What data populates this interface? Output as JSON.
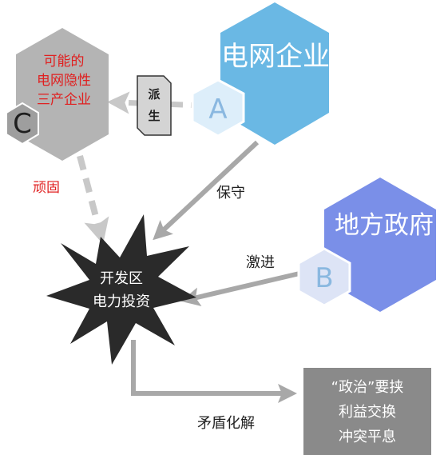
{
  "nodes": {
    "grid_company": {
      "label": "电网企业",
      "badge": "A",
      "color": "#6ab8e4",
      "badge_color": "#ddeefa"
    },
    "local_gov": {
      "label": "地方政府",
      "badge": "B",
      "color": "#7a8fe8",
      "badge_color": "#dde4f6"
    },
    "hidden_industry": {
      "lines": [
        "可能的",
        "电网隐性",
        "三产企业"
      ],
      "badge": "C",
      "color": "#b4b4b4",
      "badge_color": "#9e9e9e",
      "text_color": "#e02020"
    },
    "dev_zone": {
      "lines": [
        "开发区",
        "电力投资"
      ],
      "color": "#2a2a2a"
    },
    "outcome_box": {
      "lines": [
        "“政治”要挟",
        "利益交换",
        "冲突平息"
      ],
      "color": "#8a8a8a"
    }
  },
  "edges": {
    "derive": {
      "label_top": "派",
      "label_bottom": "生"
    },
    "conservative": {
      "label": "保守"
    },
    "stubborn": {
      "label": "顽固",
      "color": "#e02020"
    },
    "radical": {
      "label": "激进"
    },
    "resolve": {
      "label": "矛盾化解"
    }
  },
  "colors": {
    "arrow": "#a8a8a8",
    "dashed_arrow": "#c8c8c8",
    "label_text": "#222222"
  }
}
